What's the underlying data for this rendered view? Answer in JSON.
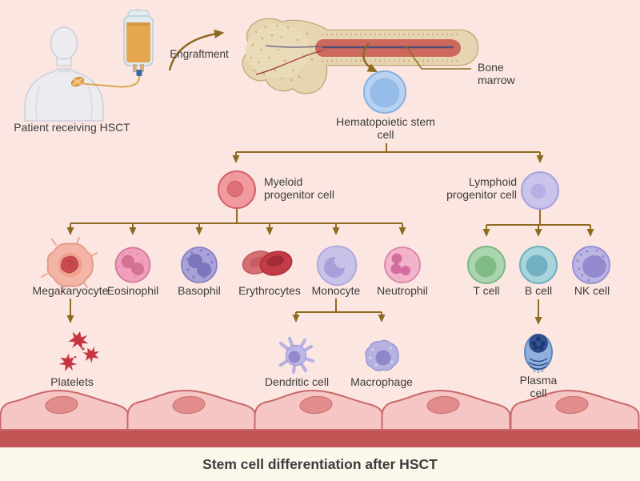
{
  "diagram": {
    "title": "Stem cell differentiation after HSCT",
    "patient_label": "Patient receiving HSCT",
    "engraftment_label": "Engraftment",
    "bone_marrow_label": "Bone marrow",
    "root_cell": "Hematopoietic stem cell",
    "progenitors": {
      "myeloid": "Myeloid progenitor cell",
      "lymphoid": "Lymphoid progenitor cell"
    },
    "myeloid_derivatives": [
      "Megakaryocyte",
      "Eosinophil",
      "Basophil",
      "Erythrocytes",
      "Monocyte",
      "Neutrophil"
    ],
    "lymphoid_derivatives": [
      "T cell",
      "B cell",
      "NK cell"
    ],
    "secondary": {
      "platelets": "Platelets",
      "dendritic": "Dendritic cell",
      "macrophage": "Macrophage",
      "plasma": "Plasma cell"
    }
  },
  "colors": {
    "background": "#fbe6e2",
    "arrow": "#8f6b21",
    "membrane": "#c25456",
    "titlebar": "#faf7eb",
    "text": "#3c3c3c",
    "hsc": "#96bcea",
    "myeloid": "#f09a9e",
    "lymphoid": "#c9c4ec",
    "tcell": "#abd5ae",
    "bcell": "#a8d4dc",
    "nkcell": "#bcb5e4"
  }
}
